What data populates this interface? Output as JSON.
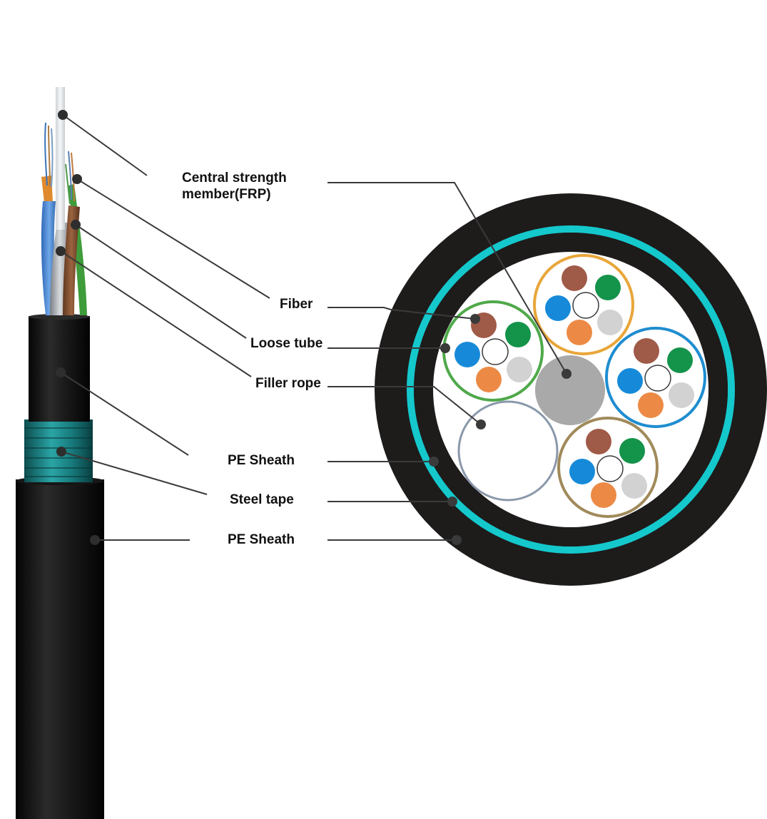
{
  "labels": {
    "central_strength_member": "Central strength member(FRP)",
    "fiber": "Fiber",
    "loose_tube": "Loose tube",
    "filler_rope": "Filler rope",
    "pe_sheath_inner": "PE Sheath",
    "steel_tape": "Steel tape",
    "pe_sheath_outer": "PE Sheath"
  },
  "colors": {
    "sheath": "#1e1b1b",
    "steel_tape": "#14c8cc",
    "central_member": "#a9a9a9",
    "filler_rope_ring": "#8a98ab",
    "tube_green": "#4fa94a",
    "tube_orange": "#e8a63a",
    "tube_blue": "#1f8dd0",
    "tube_olive": "#a08a5a",
    "fiber_brown": "#a05a48",
    "fiber_green": "#14934a",
    "fiber_blue": "#168ad8",
    "fiber_orange": "#ec8a45",
    "fiber_grey": "#d2d2d2",
    "fiber_white": "#ffffff",
    "leader_line": "#3a3a3a"
  }
}
